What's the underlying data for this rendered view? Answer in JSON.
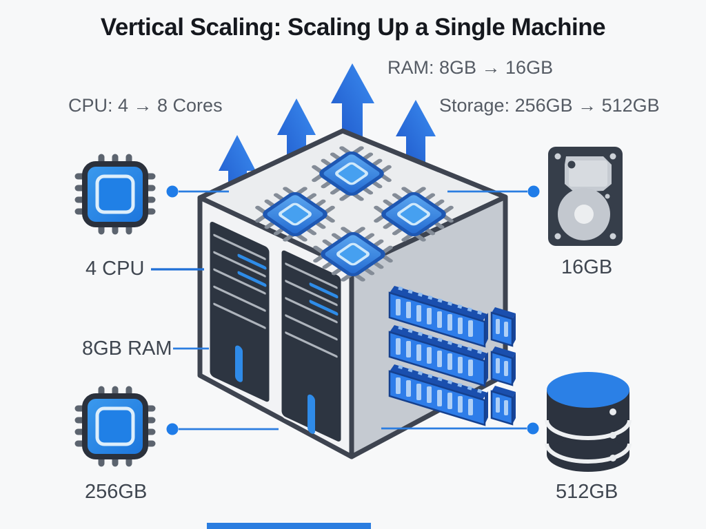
{
  "title": "Vertical Scaling: Scaling Up a Single Machine",
  "annotations": {
    "cpu": "CPU: 4 → 8 Cores",
    "ram": "RAM: 8GB → 16GB",
    "storage": "Storage: 256GB → 512GB"
  },
  "callouts": {
    "cpu_current": "4 CPU",
    "ram_current": "8GB RAM",
    "storage_current": "256GB",
    "ram_upgraded": "16GB",
    "storage_upgraded": "512GB"
  },
  "icons": {
    "left_top": "cpu-chip-icon",
    "left_bottom": "storage-chip-icon",
    "right_top": "hard-drive-icon",
    "right_bottom": "database-icon",
    "cube_top": "cpu-die-icons",
    "cube_left": "server-tower-icons",
    "cube_right": "ram-module-icons",
    "arrows": "scale-up-arrows"
  },
  "colors": {
    "accent_blue": "#2b7de0",
    "arrow_blue_dark": "#1d55c8",
    "arrow_blue_light": "#3b8cf0",
    "cube_outline": "#3e4450",
    "cube_top_face": "#ebedef",
    "cube_left_face": "#f2f3f5",
    "cube_right_face": "#c5cad1",
    "tower_body": "#2d3541",
    "text_dark": "#15181e",
    "text_gray": "#555b64"
  }
}
